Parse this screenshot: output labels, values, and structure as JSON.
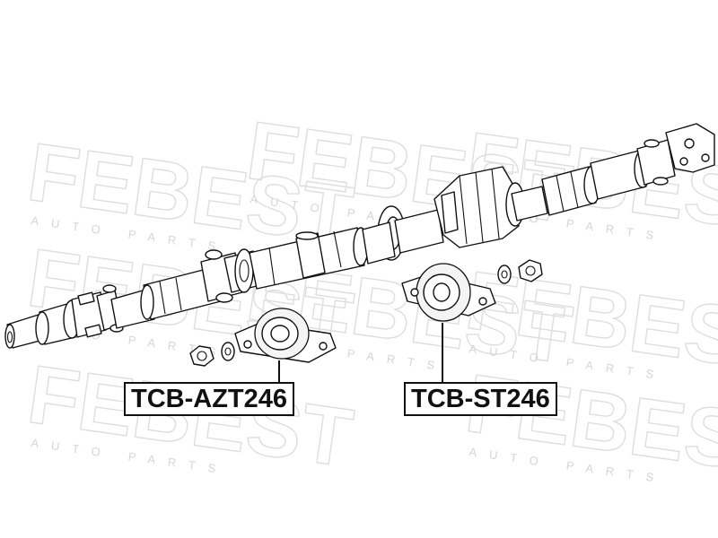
{
  "watermark": {
    "brand": "FEBEST",
    "tagline": "AUTO PARTS"
  },
  "labels": [
    {
      "part_number": "TCB-AZT246"
    },
    {
      "part_number": "TCB-ST246"
    }
  ],
  "colors": {
    "line": "#111111",
    "watermark": "#dedede",
    "background": "#ffffff"
  }
}
